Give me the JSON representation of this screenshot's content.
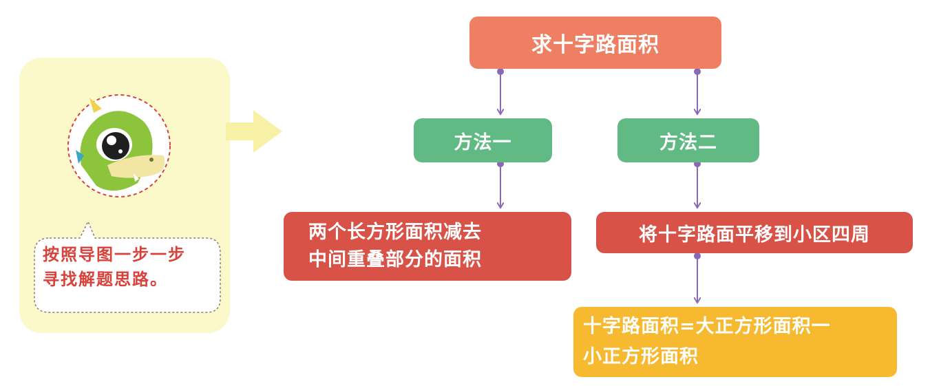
{
  "panel": {
    "bubble_line1": "按照导图一步一步",
    "bubble_line2": "寻找解题思路。",
    "mascot_icon": "green-dinosaur-mascot-icon"
  },
  "flow": {
    "top": "求十字路面积",
    "method1": "方法一",
    "method2": "方法二",
    "m1_result_line1": "两个长方形面积减去",
    "m1_result_line2": "中间重叠部分的面积",
    "m2_step": "将十字路面平移到小区四周",
    "m2_result_line1": "十字路面积=大正方形面积一",
    "m2_result_line2": "小正方形面积"
  },
  "colors": {
    "panel": "#fbf8c9",
    "top_box": "#ee7f62",
    "method_box": "#61b984",
    "red_box": "#d85248",
    "yellow_box": "#f6b92f",
    "connector": "#8a68b4",
    "bubble_text": "#d8423b"
  }
}
